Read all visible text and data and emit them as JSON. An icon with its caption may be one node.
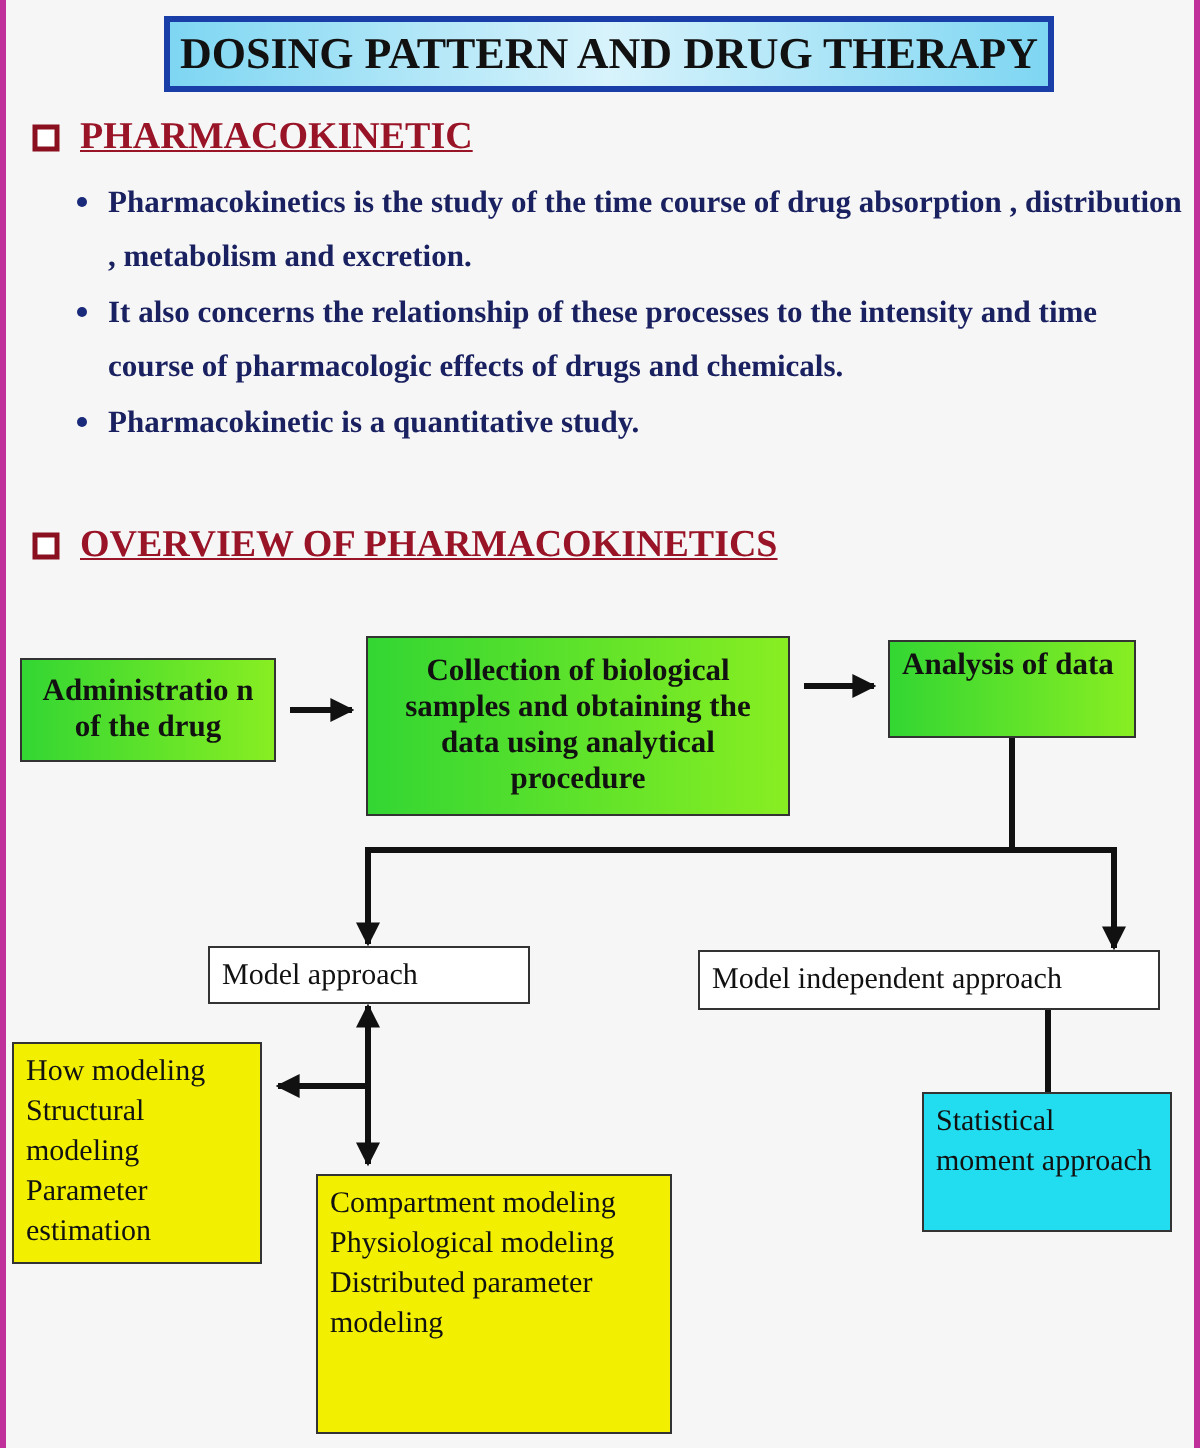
{
  "diagram": {
    "title": "DOSING PATTERN AND DRUG THERAPY",
    "nodes": [
      {
        "text": [
          "Administratio n of the drug"
        ]
      },
      {
        "text": [
          "Collection of biological samples and obtaining the data using analytical procedure"
        ]
      },
      {
        "text": [
          "Analysis of data"
        ]
      },
      {
        "text": [
          "Model approach"
        ]
      },
      {
        "text": [
          "Model independent approach"
        ]
      },
      {
        "text": [
          "How modeling",
          "Structural modeling",
          "Parameter estimation"
        ]
      },
      {
        "text": [
          "Compartment modeling",
          "Physiological modeling",
          "Distributed parameter modeling"
        ]
      },
      {
        "text": [
          "Statistical moment approach"
        ]
      }
    ],
    "edges": [
      {
        "from": 0,
        "to": 1,
        "arrow": "to"
      },
      {
        "from": 1,
        "to": 2,
        "arrow": "to"
      },
      {
        "from": 2,
        "to": 3,
        "arrow": "to"
      },
      {
        "from": 2,
        "to": 4,
        "arrow": "to"
      },
      {
        "from": 3,
        "to": 5,
        "arrow": "to"
      },
      {
        "from": 3,
        "to": 6,
        "arrow": "both"
      },
      {
        "from": 4,
        "to": 7,
        "arrow": "none"
      }
    ],
    "labels": [
      "PHARMACOKINETIC",
      "Pharmacokinetics is the study of the time course of drug absorption , distribution , metabolism and excretion.",
      "It also concerns the relationship of these processes to the intensity and time course of pharmacologic effects of drugs and chemicals.",
      "Pharmacokinetic is a quantitative study.",
      "OVERVIEW OF PHARMACOKINETICS"
    ]
  }
}
